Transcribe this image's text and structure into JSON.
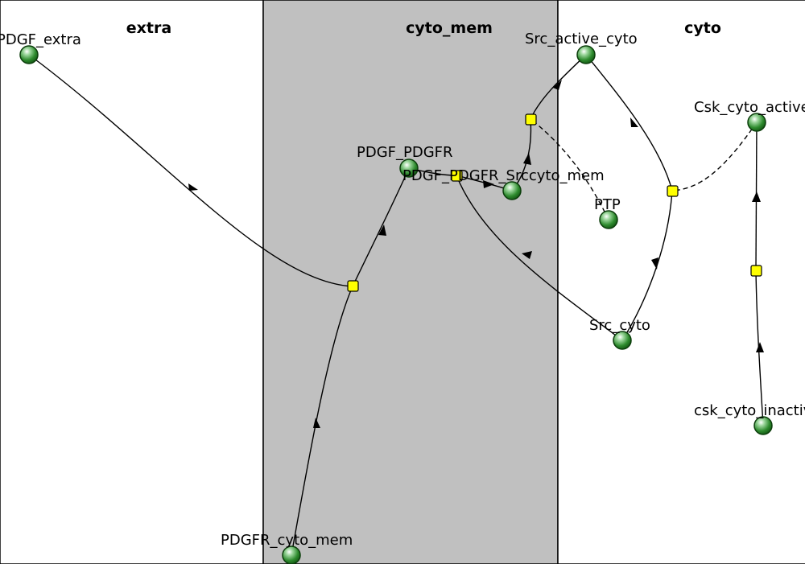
{
  "compartments": [
    {
      "id": "extra",
      "title": "extra",
      "color": "#ffffff"
    },
    {
      "id": "cyto_mem",
      "title": "cyto_mem",
      "color": "#c0c0c0"
    },
    {
      "id": "cyto",
      "title": "cyto",
      "color": "#ffffff"
    }
  ],
  "species": [
    {
      "id": "pdgf_extra",
      "label": "PDGF_extra"
    },
    {
      "id": "pdgf_pdgfr",
      "label": "PDGF_PDGFR"
    },
    {
      "id": "pdgf_pdgfr_src",
      "label": "PDGF_PDGFR_Srccyto_mem"
    },
    {
      "id": "pdgfr_cyto_mem",
      "label": "PDGFR_cyto_mem"
    },
    {
      "id": "src_active_cyto",
      "label": "Src_active_cyto"
    },
    {
      "id": "ptp",
      "label": "PTP"
    },
    {
      "id": "src_cyto",
      "label": "Src_cyto"
    },
    {
      "id": "csk_cyto_active",
      "label": "Csk_cyto_active"
    },
    {
      "id": "csk_cyto_inactive",
      "label": "csk_cyto_inactive"
    }
  ],
  "colors": {
    "reaction_node": "#ffff00",
    "species_node": "#2e8b2e",
    "membrane_band": "#c0c0c0",
    "edge": "#000000"
  },
  "icons": {
    "species": "green-sphere-icon",
    "reaction": "yellow-square-icon"
  }
}
